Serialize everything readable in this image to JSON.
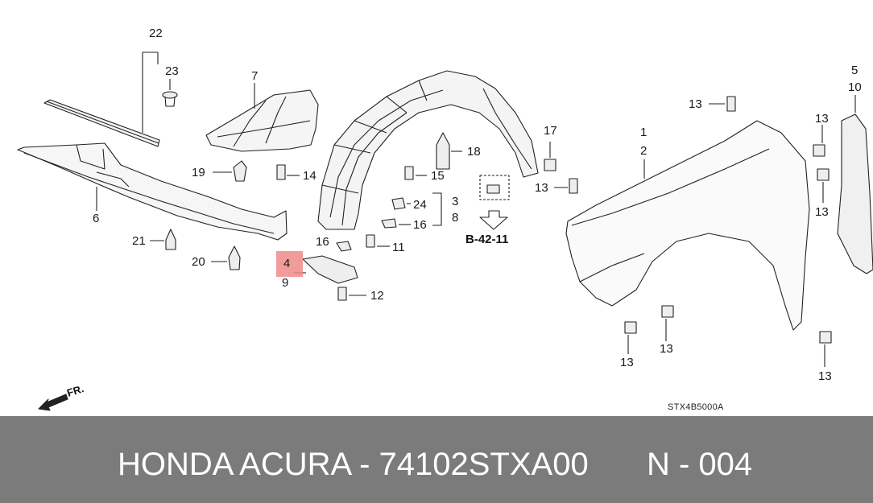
{
  "diagram": {
    "callouts": [
      "22",
      "23",
      "7",
      "6",
      "19",
      "14",
      "21",
      "20",
      "4",
      "9",
      "16",
      "11",
      "12",
      "24",
      "16",
      "3",
      "8",
      "15",
      "18",
      "17",
      "13",
      "1",
      "2",
      "13",
      "5",
      "10",
      "13",
      "13",
      "13",
      "13",
      "13",
      "13"
    ],
    "reference_code": "B-42-11",
    "direction_label": "FR.",
    "image_code": "STX4B5000A",
    "highlight_color": "#f08a8a"
  },
  "caption": {
    "brand": "HONDA ACURA - 74102STXA00",
    "page": "N - 004"
  }
}
